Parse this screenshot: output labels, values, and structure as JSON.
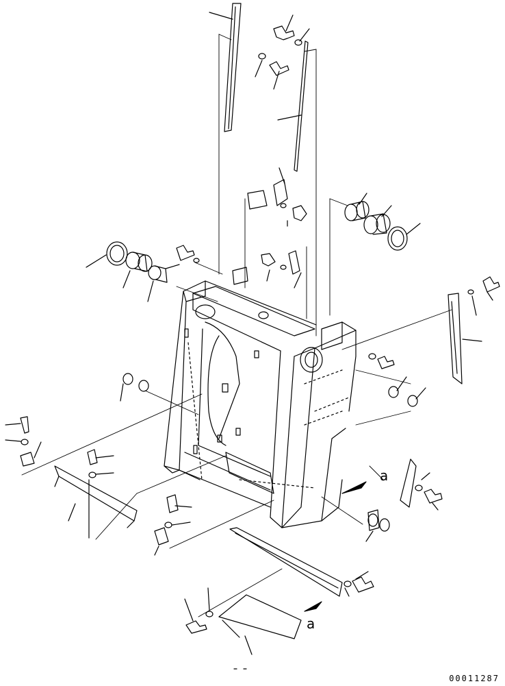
{
  "diagram": {
    "callout_letters": [
      "a",
      "a"
    ],
    "document_number": "00011287"
  }
}
